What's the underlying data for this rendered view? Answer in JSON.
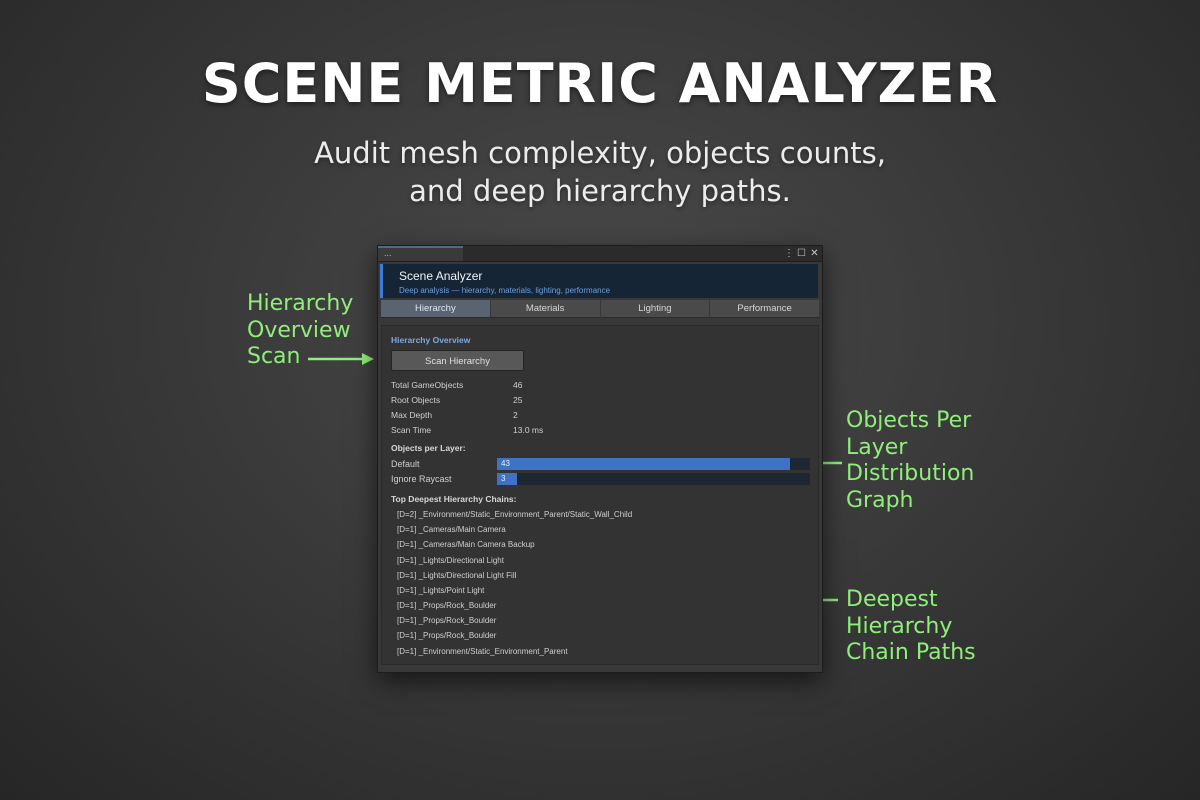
{
  "hero": {
    "title": "SCENE METRIC ANALYZER",
    "subtitle_line1": "Audit mesh complexity, objects counts,",
    "subtitle_line2": "and deep hierarchy paths."
  },
  "callouts": {
    "hierarchy_scan": [
      "Hierarchy",
      "Overview",
      "Scan"
    ],
    "layer_graph": [
      "Objects Per",
      "Layer",
      "Distribution",
      "Graph"
    ],
    "chains": [
      "Deepest",
      "Hierarchy",
      "Chain Paths"
    ],
    "color": "#8fef7a"
  },
  "window": {
    "tab_label": "...",
    "controls": [
      "⋮",
      "☐",
      "✕"
    ],
    "header_title": "Scene Analyzer",
    "header_subtitle": "Deep analysis — hierarchy, materials, lighting, performance",
    "accent_color": "#3d7bd6",
    "tabs": [
      {
        "label": "Hierarchy",
        "active": true
      },
      {
        "label": "Materials",
        "active": false
      },
      {
        "label": "Lighting",
        "active": false
      },
      {
        "label": "Performance",
        "active": false
      }
    ],
    "section_title": "Hierarchy Overview",
    "scan_button": "Scan Hierarchy",
    "stats": [
      {
        "label": "Total GameObjects",
        "value": "46"
      },
      {
        "label": "Root Objects",
        "value": "25"
      },
      {
        "label": "Max Depth",
        "value": "2"
      },
      {
        "label": "Scan Time",
        "value": "13.0 ms"
      }
    ],
    "layers_heading": "Objects per Layer:",
    "layers": [
      {
        "name": "Default",
        "count": "43",
        "fraction": 0.935
      },
      {
        "name": "Ignore Raycast",
        "count": "3",
        "fraction": 0.065
      }
    ],
    "chains_heading": "Top Deepest Hierarchy Chains:",
    "chains": [
      "[D=2] _Environment/Static_Environment_Parent/Static_Wall_Child",
      "[D=1] _Cameras/Main Camera",
      "[D=1] _Cameras/Main Camera Backup",
      "[D=1] _Lights/Directional Light",
      "[D=1] _Lights/Directional Light Fill",
      "[D=1] _Lights/Point Light",
      "[D=1] _Props/Rock_Boulder",
      "[D=1] _Props/Rock_Boulder",
      "[D=1] _Props/Rock_Boulder",
      "[D=1] _Environment/Static_Environment_Parent"
    ]
  }
}
